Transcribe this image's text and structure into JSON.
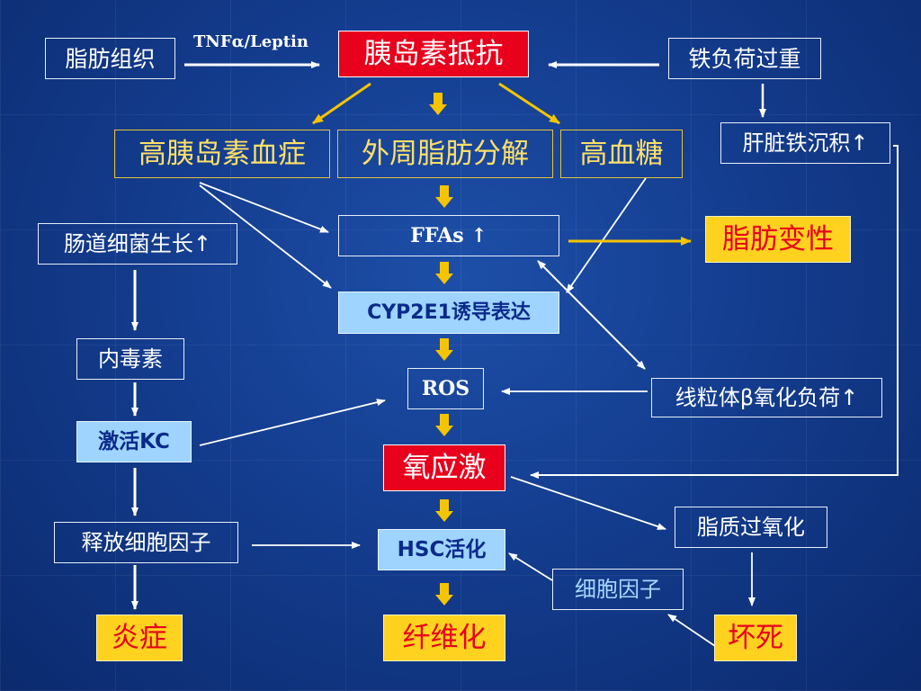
{
  "nodes": {
    "adipose_tissue": "脂肪组织",
    "tnf_leptin": "TNFα/Leptin",
    "insulin_resistance": "胰岛素抵抗",
    "iron_overload": "铁负荷过重",
    "hyperinsulinemia": "高胰岛素血症",
    "peripheral_lipolysis": "外周脂肪分解",
    "hyperglycemia": "高血糖",
    "hepatic_iron": "肝脏铁沉积↑",
    "gut_bacteria": "肠道细菌生长↑",
    "ffas": "FFAs ↑",
    "steatosis": "脂肪变性",
    "cyp2e1": "CYP2E1诱导表达",
    "endotoxin": "内毒素",
    "ros": "ROS",
    "mito_beta_oxidation": "线粒体β氧化负荷↑",
    "activate_kc": "激活KC",
    "oxidative_stress": "氧应激",
    "lipid_peroxidation": "脂质过氧化",
    "release_cytokines": "释放细胞因子",
    "hsc_activation": "HSC活化",
    "cytokines": "细胞因子",
    "inflammation": "炎症",
    "fibrosis": "纤维化",
    "necrosis": "坏死"
  },
  "colors": {
    "background": "#143d8f",
    "arrow_white": "#ffffff",
    "arrow_gold": "#f5c400",
    "red_box": "#e8001c",
    "yellow_box": "#ffd21f",
    "cyan_box": "#9ed4ff"
  }
}
